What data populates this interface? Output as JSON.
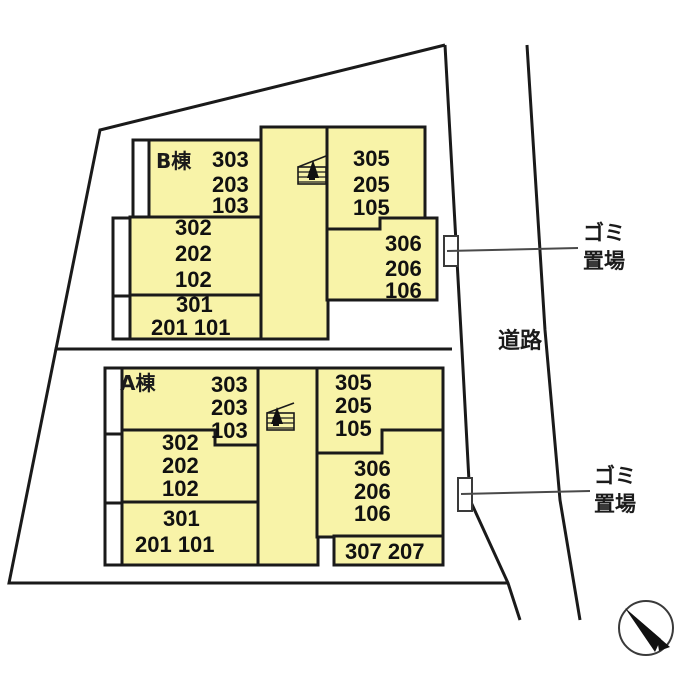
{
  "document": {
    "title": "敷地配置図",
    "kind": "site-layout-plan"
  },
  "colors": {
    "building_fill": "#f8f3a8",
    "building_stroke": "#1a1a1a",
    "boundary_stroke": "#1a1a1a",
    "road_stroke": "#1a1a1a",
    "leader_stroke": "#4a4a4a",
    "text": "#111111",
    "background": "#ffffff"
  },
  "site": {
    "road_label": "道路",
    "waste_label_upper_line1": "ゴミ",
    "waste_label_upper_line2": "置場",
    "waste_label_lower_line1": "ゴミ",
    "waste_label_lower_line2": "置場"
  },
  "buildings": [
    {
      "id": "building-b",
      "name": "B棟",
      "blocks": [
        {
          "id": "b-303-203-103",
          "lines": [
            "303",
            "203",
            "103"
          ]
        },
        {
          "id": "b-302-202-102",
          "lines": [
            "302",
            "202",
            "102"
          ]
        },
        {
          "id": "b-301-201-101",
          "lines": [
            "301",
            "201  101"
          ]
        },
        {
          "id": "b-305-205-105",
          "lines": [
            "305",
            "205",
            "105"
          ]
        },
        {
          "id": "b-306-206-106",
          "lines": [
            "306",
            "206",
            "106"
          ]
        }
      ],
      "stair_icon": "stair-up-icon"
    },
    {
      "id": "building-a",
      "name": "A棟",
      "blocks": [
        {
          "id": "a-303-203-103",
          "lines": [
            "303",
            "203",
            "103"
          ]
        },
        {
          "id": "a-302-202-102",
          "lines": [
            "302",
            "202",
            "102"
          ]
        },
        {
          "id": "a-301-201-101",
          "lines": [
            "301",
            "201  101"
          ]
        },
        {
          "id": "a-305-205-105",
          "lines": [
            "305",
            "205",
            "105"
          ]
        },
        {
          "id": "a-306-206-106",
          "lines": [
            "306",
            "206",
            "106"
          ]
        },
        {
          "id": "a-307-207",
          "lines": [
            "307  207"
          ]
        }
      ],
      "stair_icon": "stair-up-icon"
    }
  ],
  "building_b_units": {
    "name": "B棟",
    "left_top": {
      "l1": "303",
      "l2": "203",
      "l3": "103"
    },
    "left_mid": {
      "l1": "302",
      "l2": "202",
      "l3": "102"
    },
    "left_bot": {
      "l1": "301",
      "l2": "201  101"
    },
    "right_top": {
      "l1": "305",
      "l2": "205",
      "l3": "105"
    },
    "right_bot": {
      "l1": "306",
      "l2": "206",
      "l3": "106"
    }
  },
  "building_a_units": {
    "name": "A棟",
    "left_top": {
      "l1": "303",
      "l2": "203",
      "l3": "103"
    },
    "left_mid": {
      "l1": "302",
      "l2": "202",
      "l3": "102"
    },
    "left_bot": {
      "l1": "301",
      "l2": "201  101"
    },
    "right_top": {
      "l1": "305",
      "l2": "205",
      "l3": "105"
    },
    "right_bot": {
      "l1": "306",
      "l2": "206",
      "l3": "106"
    },
    "right_strip": {
      "l1": "307  207"
    }
  },
  "compass": {
    "name": "north-arrow",
    "points_to": "upper-left"
  }
}
